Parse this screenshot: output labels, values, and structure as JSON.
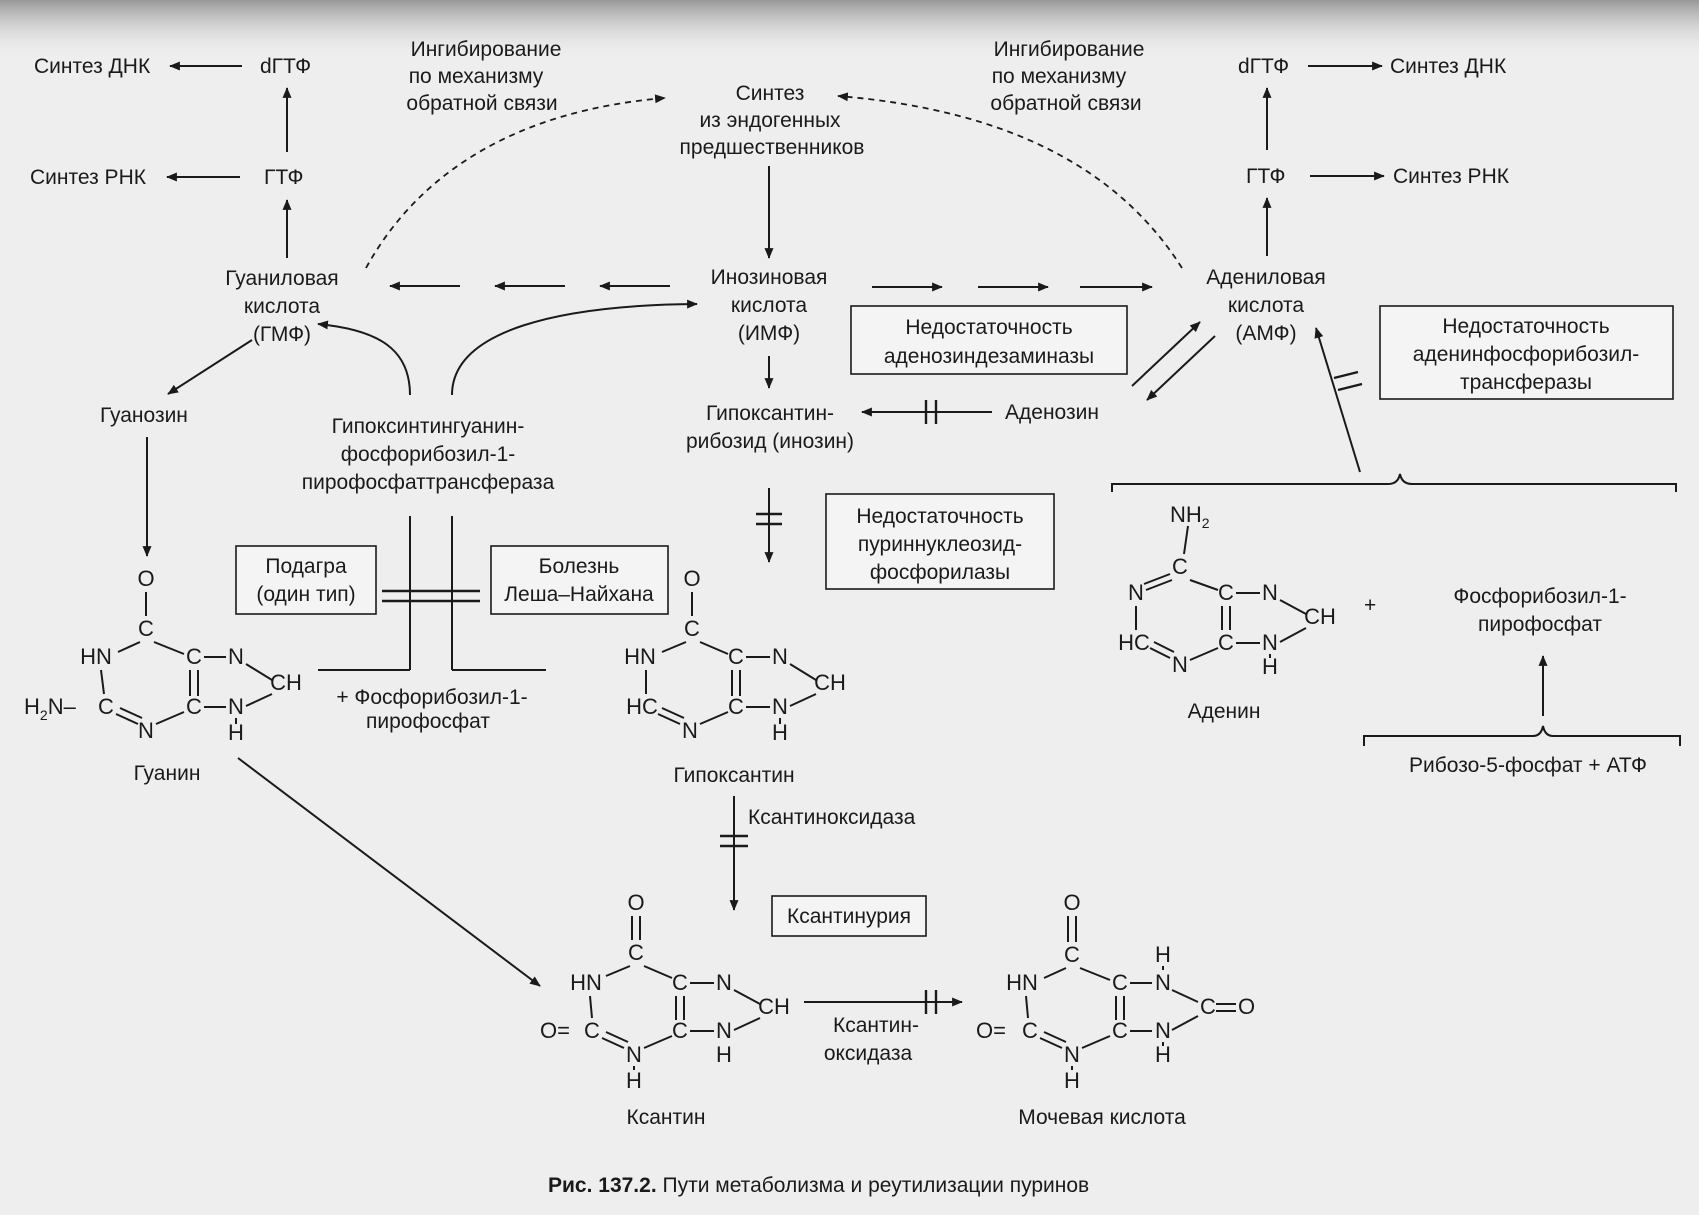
{
  "nodes": {
    "sintez_dnk_left": "Синтез ДНК",
    "dgtf_left": "dГТФ",
    "sintez_rnk_left": "Синтез РНК",
    "gtf_left": "ГТФ",
    "guanilovaya": [
      "Гуаниловая",
      "кислота",
      "(ГМФ)"
    ],
    "guanozin": "Гуанозин",
    "hgprt": [
      "Гипоксинтингуанин-",
      "фосфорибозил-1-",
      "пирофосфаттрансфераза"
    ],
    "feedback_left": [
      "Ингибирование",
      "по механизму",
      "обратной связи"
    ],
    "endogenous": [
      "Синтез",
      "из эндогенных",
      "предшественников"
    ],
    "feedback_right": [
      "Ингибирование",
      "по механизму",
      "обратной связи"
    ],
    "dgtf_right": "dГТФ",
    "sintez_dnk_right": "Синтез ДНК",
    "gtf_right": "ГТФ",
    "sintez_rnk_right": "Синтез РНК",
    "inozinovaya": [
      "Инозиновая",
      "кислота",
      "(ИМФ)"
    ],
    "adenilovaya": [
      "Адениловая",
      "кислота",
      "(АМФ)"
    ],
    "hypoxanthine_riboside": [
      "Гипоксантин-",
      "рибозид (инозин)"
    ],
    "adenozin": "Аденозин",
    "prpp_mid": [
      "+ Фосфорибозил-1-",
      "пирофосфат"
    ],
    "prpp_right": [
      "Фосфорибозил-1-",
      "пирофосфат"
    ],
    "ribose": "Рибозо-5-фосфат + АТФ",
    "plus": "+",
    "xanthine_oxidase_1": "Ксантиноксидаза",
    "xanthine_oxidase_2": [
      "Ксантин-",
      "оксидаза"
    ]
  },
  "boxes": {
    "ada": [
      "Недостаточность",
      "аденозиндезаминазы"
    ],
    "aprt": [
      "Недостаточность",
      "аденинфосфорибозил-",
      "трансферазы"
    ],
    "pnp": [
      "Недостаточность",
      "пуриннуклеозид-",
      "фосфорилазы"
    ],
    "gout": [
      "Подагра",
      "(один тип)"
    ],
    "lesch": [
      "Болезнь",
      "Леша–Найхана"
    ],
    "xanthinuria": "Ксантинурия"
  },
  "molecules": {
    "guanine": "Гуанин",
    "hypoxanthine": "Гипоксантин",
    "adenine": "Аденин",
    "xanthine": "Ксантин",
    "uric_acid": "Мочевая кислота"
  },
  "atoms": {
    "O": "O",
    "C": "C",
    "N": "N",
    "HN": "HN",
    "H": "H",
    "CH": "CH",
    "HC": "HC",
    "H2N": "H",
    "NH2": "NH",
    "sub2": "2",
    "O_left": "O="
  },
  "caption": {
    "number": "Рис. 137.2.",
    "text": " Пути метаболизма и реутилизации пуринов"
  }
}
